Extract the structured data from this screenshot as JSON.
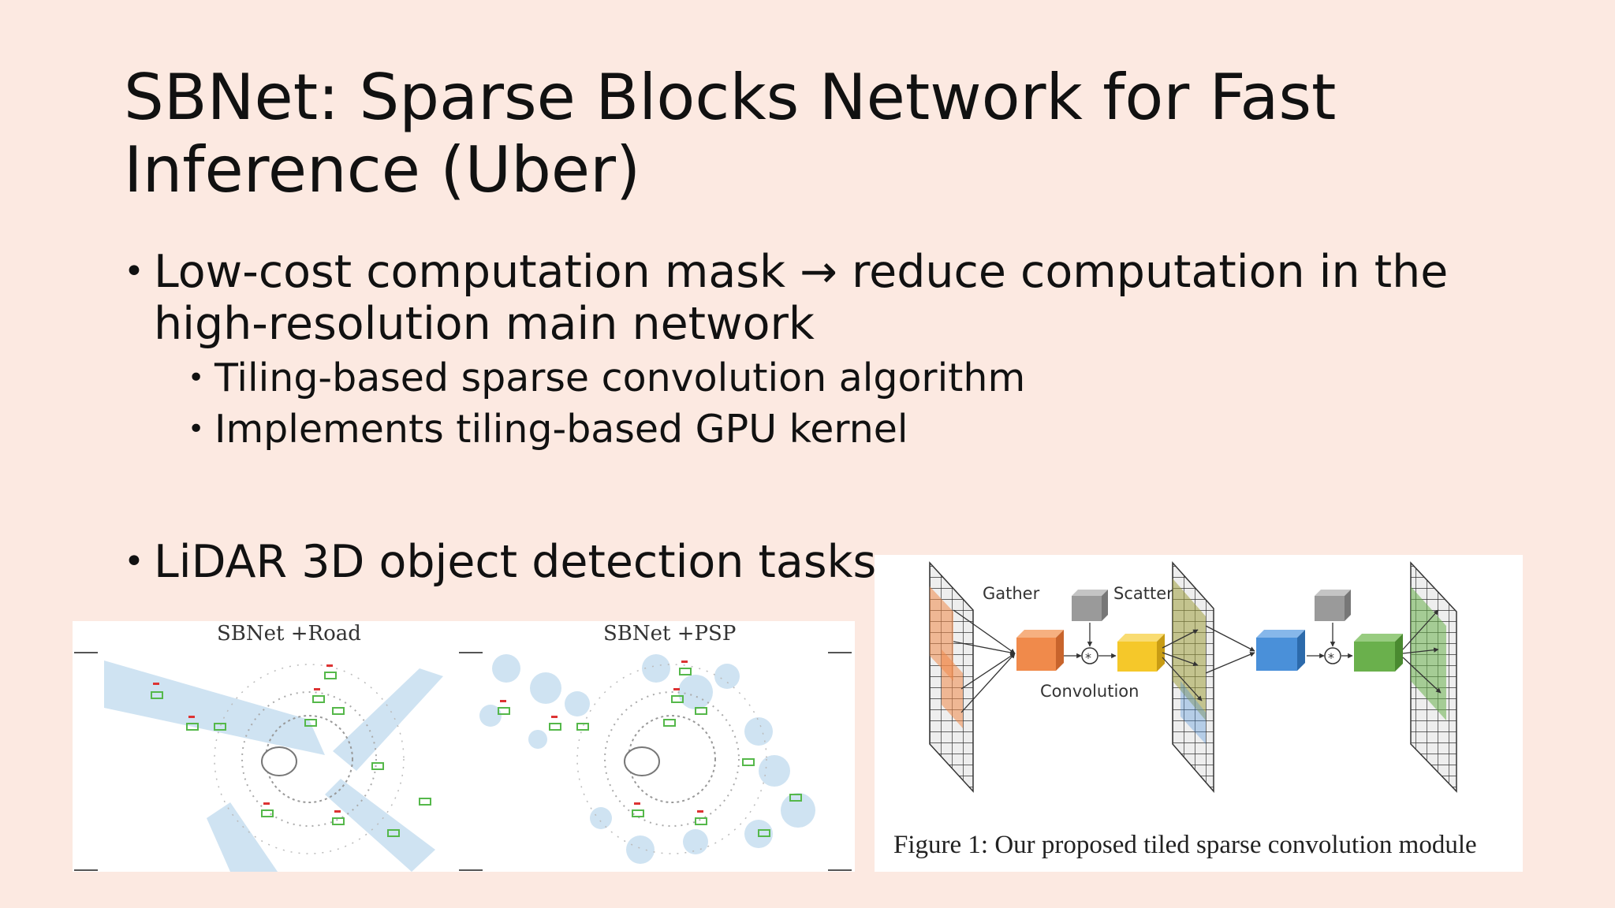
{
  "slide": {
    "title_line1": "SBNet: Sparse Blocks Network for Fast",
    "title_line2": "Inference (Uber)",
    "bullet1_line1": "Low-cost computation mask → reduce computation in the",
    "bullet1_line2": "high-resolution main network",
    "sub1": "Tiling-based sparse convolution algorithm",
    "sub2": "Implements tiling-based GPU kernel",
    "bullet2": "LiDAR 3D object detection tasks",
    "bullet_symbol": "•"
  },
  "figure_lidar": {
    "left_title": "SBNet +Road",
    "right_title": "SBNet +PSP"
  },
  "figure_module": {
    "gather_label": "Gather",
    "scatter_label": "Scatter",
    "convolution_label": "Convolution",
    "operator_symbol": "*",
    "caption": "Figure 1: Our proposed tiled sparse convolution module"
  },
  "colors": {
    "background": "#fce9e1",
    "orange_block": "#f08a4b",
    "yellow_block": "#f5c82a",
    "blue_block": "#4a90d9",
    "green_block": "#6ab04c",
    "gray_block": "#9a9a9a",
    "road_mask": "#cfe3f2"
  }
}
